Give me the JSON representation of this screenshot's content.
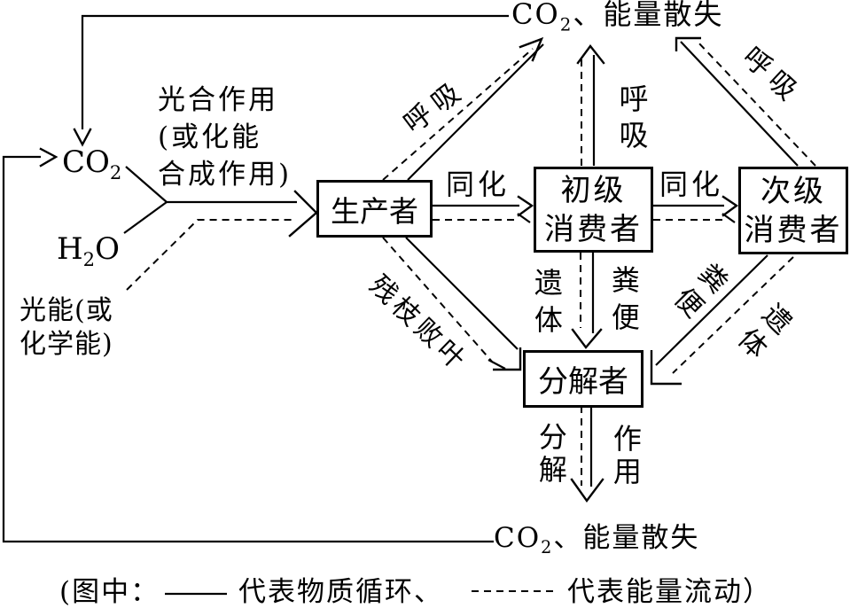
{
  "diagram": {
    "background": "#ffffff",
    "ink_color": "#000000",
    "boxes": {
      "producer": "生产者",
      "primary_consumer": {
        "line1": "初级",
        "line2": "消费者"
      },
      "secondary_consumer": {
        "line1": "次级",
        "line2": "消费者"
      },
      "decomposer": "分解者"
    },
    "molecules": {
      "co2": {
        "prefix": "CO",
        "sub": "2"
      },
      "h2o": {
        "prefix": "H",
        "sub": "2",
        "suffix": "O"
      }
    },
    "sinks": {
      "top": {
        "prefix": "CO",
        "sub": "2",
        "suffix": "、能量散失"
      },
      "bottom": {
        "prefix": "CO",
        "sub": "2",
        "suffix": "、能量散失"
      }
    },
    "process_labels": {
      "photosynthesis_line1": "光合作用",
      "photosynthesis_line2": "(或化能",
      "photosynthesis_line3": "合成作用)",
      "light_line1": "光能(或",
      "light_line2": "化学能)",
      "assimilation": "同化",
      "respiration": "呼吸",
      "remains": "遗体",
      "feces": "粪便",
      "debris": "残枝败叶",
      "decompose": "分解",
      "effect": "作用"
    },
    "legend": {
      "open": "(图中：",
      "material_label": "代表物质循环、",
      "energy_label": "代表能量流动）"
    }
  }
}
